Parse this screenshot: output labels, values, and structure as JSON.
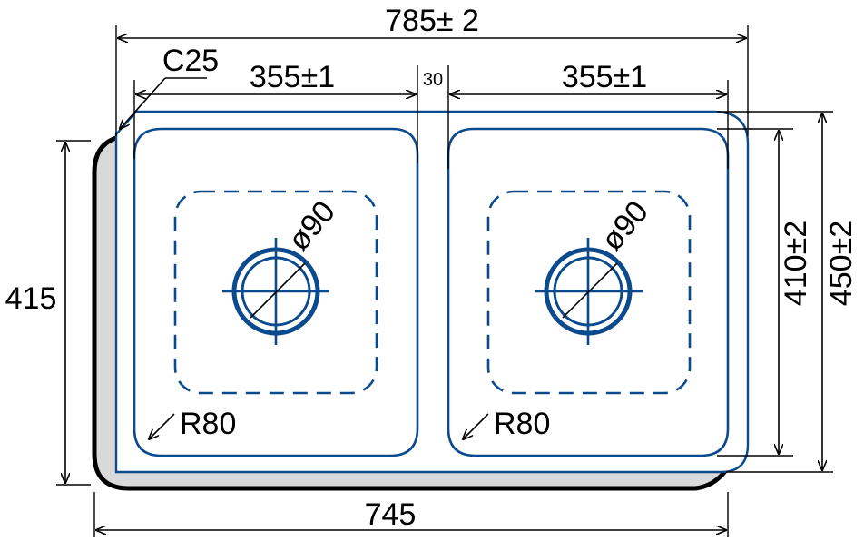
{
  "colors": {
    "bowl_stroke": "#0b4a8c",
    "outline": "#000000",
    "fill_shadow": "#d9d9d9",
    "background": "#ffffff"
  },
  "dimensions": {
    "overall_width": "785± 2",
    "bowl_left_width": "355±1",
    "bowl_right_width": "355±1",
    "divider": "30",
    "chamfer": "C25",
    "drain_left": "ø90",
    "drain_right": "ø90",
    "radius_left": "R80",
    "radius_right": "R80",
    "height_left": "415",
    "bowl_height": "410±2",
    "overall_height": "450±2",
    "base_width": "745"
  }
}
